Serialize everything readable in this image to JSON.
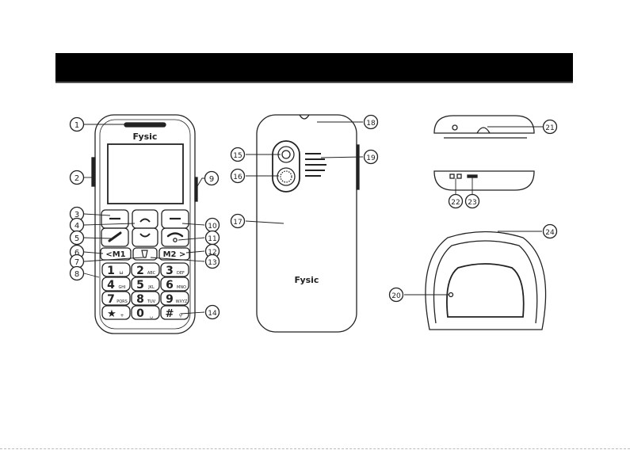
{
  "header": {
    "title": ""
  },
  "brand": {
    "front_logo": "Fysic",
    "back_logo": "Fysic"
  },
  "keys": {
    "m1": "<M1",
    "m2": "M2 >",
    "k1": "1",
    "k1_sub": "ω",
    "k2": "2",
    "k2_sub": "ABC",
    "k3": "3",
    "k3_sub": "DEF",
    "k4": "4",
    "k4_sub": "GHI",
    "k5": "5",
    "k5_sub": "JKL",
    "k6": "6",
    "k6_sub": "MNO",
    "k7": "7",
    "k7_sub": "PQRS",
    "k8": "8",
    "k8_sub": "TUV",
    "k9": "9",
    "k9_sub": "WXYZ",
    "kstar": "★",
    "kstar_sub": "+",
    "k0": "0",
    "k0_sub": "␣",
    "khash": "#",
    "khash_sub": "⚲"
  },
  "callouts": {
    "c1": "1",
    "c2": "2",
    "c3": "3",
    "c4": "4",
    "c5": "5",
    "c6": "6",
    "c7": "7",
    "c8": "8",
    "c9": "9",
    "c10": "10",
    "c11": "11",
    "c12": "12",
    "c13": "13",
    "c14": "14",
    "c15": "15",
    "c16": "16",
    "c17": "17",
    "c18": "18",
    "c19": "19",
    "c20": "20",
    "c21": "21",
    "c22": "22",
    "c23": "23",
    "c24": "24"
  },
  "colors": {
    "stroke": "#222222",
    "header": "#000000",
    "background": "#ffffff"
  }
}
